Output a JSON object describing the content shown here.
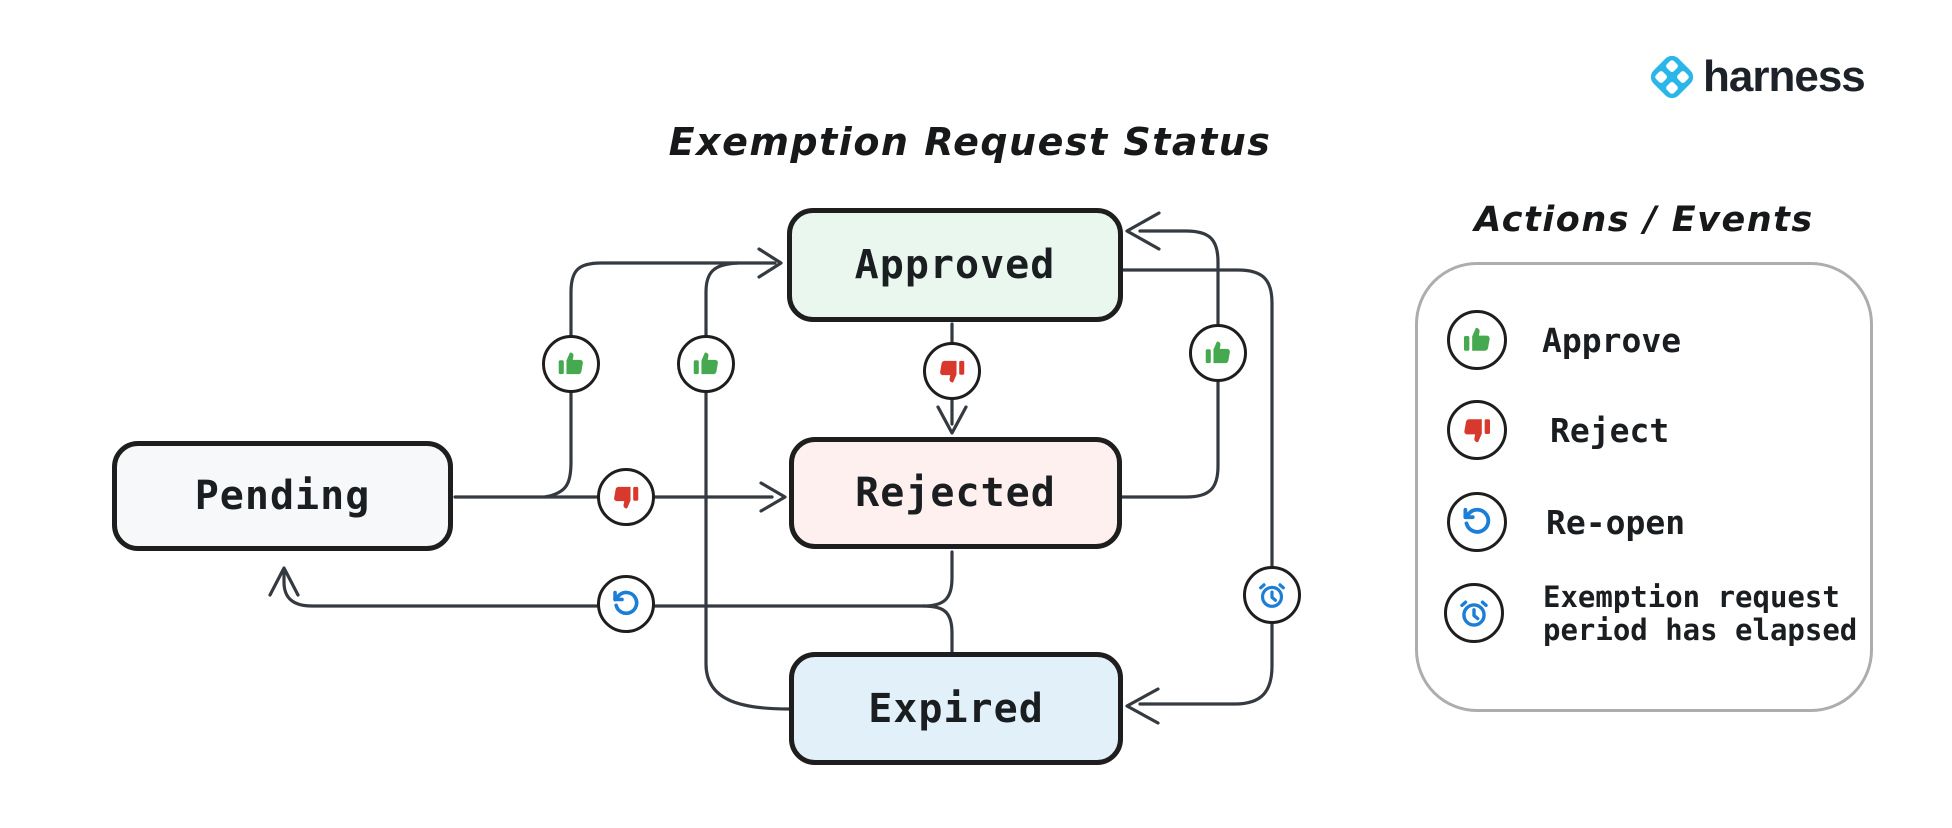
{
  "logo": {
    "text": "harness",
    "icon": "harness-diamond-logo",
    "icon_color": "#2bb6e9",
    "text_color": "#1d2228"
  },
  "diagram": {
    "title": "Exemption Request Status",
    "states": [
      {
        "id": "pending",
        "label": "Pending",
        "fill": "#f6f8f9"
      },
      {
        "id": "approved",
        "label": "Approved",
        "fill": "#e9f7ee"
      },
      {
        "id": "rejected",
        "label": "Rejected",
        "fill": "#fdf0ee"
      },
      {
        "id": "expired",
        "label": "Expired",
        "fill": "#e2f0fa"
      }
    ],
    "transitions": [
      {
        "from": "Pending",
        "to": "Approved",
        "action": "Approve",
        "icon": "thumbs-up-icon"
      },
      {
        "from": "Pending",
        "to": "Rejected",
        "action": "Reject",
        "icon": "thumbs-down-icon"
      },
      {
        "from": "Approved",
        "to": "Rejected",
        "action": "Reject",
        "icon": "thumbs-down-icon"
      },
      {
        "from": "Rejected",
        "to": "Approved",
        "action": "Approve",
        "icon": "thumbs-up-icon"
      },
      {
        "from": "Expired",
        "to": "Approved",
        "action": "Approve",
        "icon": "thumbs-up-icon"
      },
      {
        "from": "Approved",
        "to": "Expired",
        "action": "Exemption request period has elapsed",
        "icon": "alarm-clock-icon"
      },
      {
        "from": "Rejected",
        "to": "Pending",
        "action": "Re-open",
        "icon": "rotate-ccw-icon"
      },
      {
        "from": "Expired",
        "to": "Pending",
        "action": "Re-open",
        "icon": "rotate-ccw-icon"
      }
    ]
  },
  "legend": {
    "title": "Actions / Events",
    "items": [
      {
        "icon": "thumbs-up-icon",
        "label": "Approve",
        "color": "#44a94f"
      },
      {
        "icon": "thumbs-down-icon",
        "label": "Reject",
        "color": "#d9392c"
      },
      {
        "icon": "rotate-ccw-icon",
        "label": "Re-open",
        "color": "#1c7ed6"
      },
      {
        "icon": "alarm-clock-icon",
        "label": "Exemption request period has elapsed",
        "color": "#1c7ed6"
      }
    ]
  },
  "colors": {
    "edge_line": "#343a40",
    "box_border": "#1e1e1e",
    "legend_border": "#adadad",
    "approve_green": "#44a94f",
    "reject_red": "#d9392c",
    "event_blue": "#1c7ed6"
  }
}
